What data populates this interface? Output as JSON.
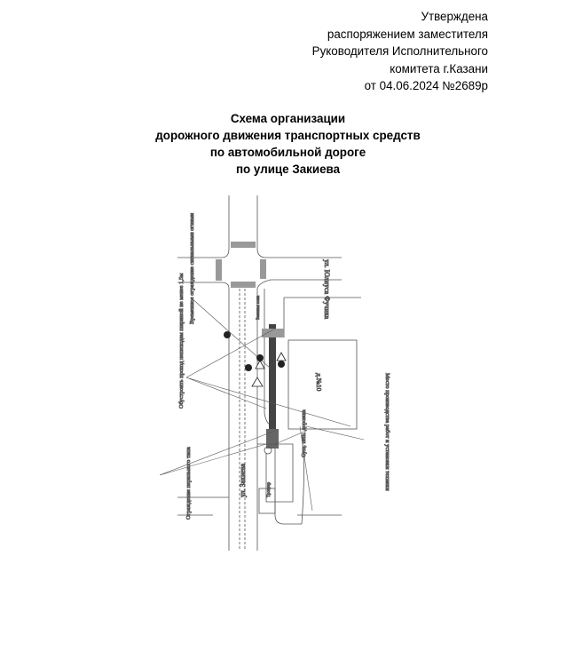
{
  "approval": {
    "lines": [
      "Утверждена",
      "распоряжением заместителя",
      "Руководителя Исполнительного",
      "комитета г.Казани",
      "от 04.06.2024 №2689р"
    ]
  },
  "title": {
    "lines": [
      "Схема организации",
      "дорожного движения транспортных средств",
      "по автомобильной дороге",
      "по улице Закиева"
    ]
  },
  "scheme": {
    "street_fuchika": "ул. Юлиуса Фучика",
    "street_zakieva": "ул. Закиева",
    "label_fence_lights": "Временное ограждение сигнальными огнями",
    "label_passage": "Обустроить проход пешеходам шириной не менее 1,5м",
    "label_building": "д.№10",
    "label_work_site": "Место производства работ и установки техники",
    "label_railing": "Ограждение перильного типа",
    "label_footpath": "Сущ. пеш. дорожка",
    "label_sidewalk": "Тротуар",
    "label_green": "Зеленая зона"
  }
}
